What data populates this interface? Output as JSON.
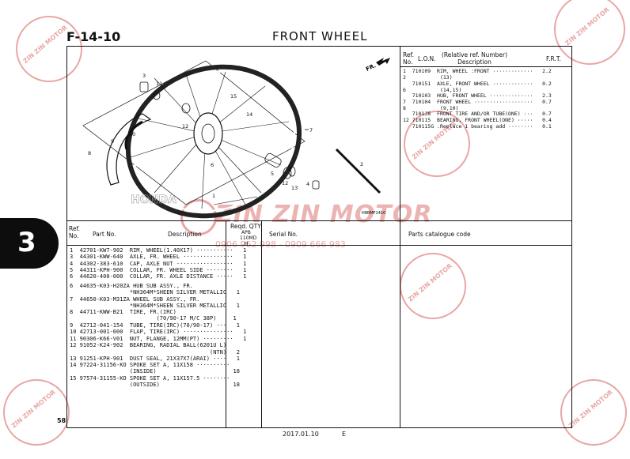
{
  "page": {
    "number": "58",
    "section": "3",
    "date": "2017.01.10",
    "edition": "E"
  },
  "header": {
    "figure_id": "F-14-10",
    "title": "FRONT WHEEL"
  },
  "colors": {
    "watermark": "#e8a7a5",
    "ink": "#111111",
    "section_tab": "#0d0d0d"
  },
  "watermark": {
    "brand": "ZIN ZIN MOTOR",
    "brand_tag": "ZIN ZIN MOTOR",
    "phone": "0906 962 998 - 0909 666 983"
  },
  "diagram": {
    "callouts": [
      "3",
      "11",
      "15",
      "14",
      "12",
      "7",
      "10",
      "9",
      "8",
      "6",
      "5",
      "12",
      "13",
      "2",
      "4",
      "1"
    ],
    "direction_label": "FR.",
    "drawing_code": "H8BMF1410",
    "brand_mark": "HONDA"
  },
  "ref_table": {
    "headers": {
      "ref_no": "Ref.\nNo.",
      "lon": "L.O.N.",
      "desc": "(Relative ref. Number)\nDescription",
      "frt": "F.R.T."
    },
    "rows": [
      "1  710109  RIM, WHEEL :FRONT ·············   2.2\n2           (13)",
      "   710151  AXLE, FRONT WHEEL ·············   0.2\n6           (14,15)",
      "   710103  HUB, FRONT WHEEL ··············   2.3\n7  710104  FRONT WHEEL ···················   0.7\n8           (9,10)",
      "   7101J8  FRONT TIRE AND/OR TUBE(ONE) ···   0.7\n12 710115  BEARING, FRONT WHEEL(ONE) ·····   0.4\n   710115G .Replace 1 bearing add ········   0.1"
    ]
  },
  "parts_table": {
    "headers": {
      "ref_no": "Ref.\nNo.",
      "part_no": "Part No.",
      "description": "Description",
      "reqd_qty": "Reqd. QTY",
      "apb": "APB",
      "model": "110MD",
      "h": "H",
      "serial_no": "Serial No.",
      "catalogue_code": "Parts catalogue code"
    },
    "rows": [
      "1  42701-KW7-902  RIM, WHEEL(1.40X17) ···········   1\n3  44301-KWW-640  AXLE, FR. WHEEL ···············   1\n4  44302-383-610  CAP, AXLE NUT ·················   1\n5  44311-KPH-900  COLLAR, FR. WHEEL SIDE ········   1\n6  44620-400-000  COLLAR, FR. AXLE DISTANCE ·····   1",
      "6  44635-K03-H20ZA HUB SUB ASSY., FR.\n                  *NH364M*SHEEN SILVER METALLIC   1\n7  44650-K03-M31ZA WHEEL SUB ASSY., FR.\n                  *NH364M*SHEEN SILVER METALLIC   1\n8  44711-KWW-B21  TIRE, FR.(IRC)\n                          (70/90-17 M/C 38P)     1\n9  42712-041-154  TUBE, TIRE(IRC)(70/90-17) ···   1\n10 42713-001-000  FLAP, TIRE(IRC) ···············   1",
      "11 90306-K66-V01  NUT, FLANGE, 12MM(PT) ·········   1\n12 91052-K24-902  BEARING, RADIAL BALL(6201U L)\n                                          (NTN)   2\n13 91251-KPH-901  DUST SEAL, 21X37X7(ARAI) ····   1\n14 97224-31156-KO SPOKE SET A, 11X158 ··········\n                  (INSIDE)                       18\n15 97574-31155-KO SPOKE SET A, 11X157.5 ········\n                  (OUTSIDE)                      18"
    ]
  }
}
